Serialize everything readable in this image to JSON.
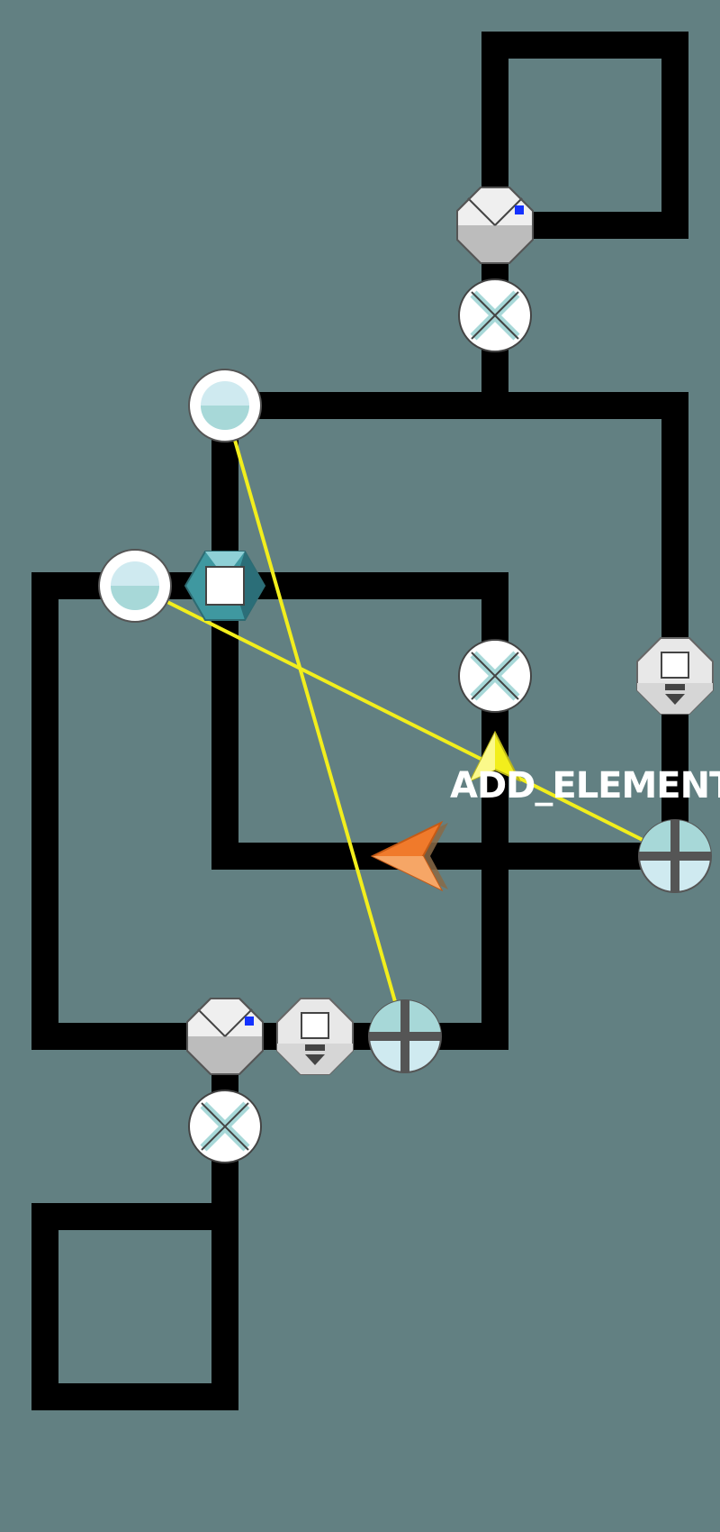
{
  "colors": {
    "background": "#628082",
    "track": "#000000",
    "link": "#f2ee1c",
    "agent": "#f07a2b",
    "cursor": "#f2ee1c",
    "label": "#ffffff"
  },
  "agent": {
    "name": "ADD_ELEMENT",
    "icon": "orange-arrowhead-agent-icon",
    "facing": "left"
  },
  "cursor": {
    "icon": "yellow-arrowhead-cursor-icon",
    "facing": "up"
  },
  "nodes": [
    {
      "id": "rotator-top",
      "icon": "split-octagon-rotator-icon",
      "state": "blue-indicator-on"
    },
    {
      "id": "switch-top",
      "icon": "x-switch-icon"
    },
    {
      "id": "source-top",
      "icon": "half-filled-circle-source-icon"
    },
    {
      "id": "source-left",
      "icon": "half-filled-circle-source-icon"
    },
    {
      "id": "block-hexagon",
      "icon": "teal-hexagon-block-icon"
    },
    {
      "id": "switch-middle",
      "icon": "x-switch-icon"
    },
    {
      "id": "dropper-right",
      "icon": "octagon-dropper-icon"
    },
    {
      "id": "junction-right",
      "icon": "cross-junction-icon"
    },
    {
      "id": "rotator-bottom",
      "icon": "split-octagon-rotator-icon",
      "state": "blue-indicator-on"
    },
    {
      "id": "dropper-bottom",
      "icon": "octagon-dropper-icon"
    },
    {
      "id": "junction-bottom",
      "icon": "cross-junction-icon"
    },
    {
      "id": "switch-bottom",
      "icon": "x-switch-icon"
    }
  ],
  "links": [
    {
      "from": "source-top",
      "to": "junction-bottom"
    },
    {
      "from": "source-left",
      "to": "junction-right"
    }
  ]
}
